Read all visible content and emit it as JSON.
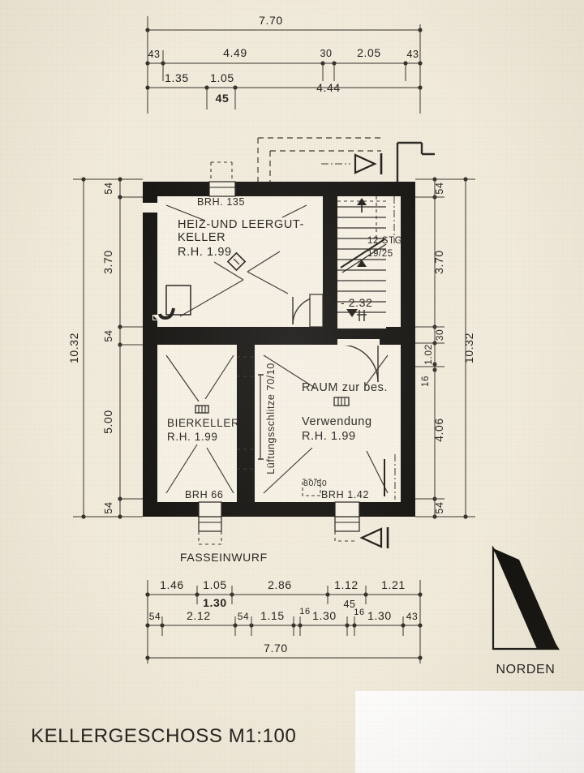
{
  "sheet": {
    "title": "KELLERGESCHOSS M1:100",
    "paper_color": "#f2ecdd",
    "ink_color": "#1a1a18",
    "wall_fill": "#121210"
  },
  "compass": {
    "label": "NORDEN",
    "name": "north-arrow"
  },
  "rooms": [
    {
      "id": "heiz-leergut-keller",
      "name_line1": "HEIZ-UND LEERGUT-",
      "name_line2": "KELLER",
      "height_note": "R.H. 1.99",
      "sill_note": "BRH. 135"
    },
    {
      "id": "bierkeller",
      "name_line1": "BIERKELLER",
      "height_note": "R.H. 1.99",
      "sill_note": "BRH 66"
    },
    {
      "id": "raum-bes-verwendung",
      "name_line1": "RAUM zur bes.",
      "name_line2": "Verwendung",
      "height_note": "R.H. 1.99",
      "sill_note": "BRH   1.42",
      "opening_note": "80/50"
    }
  ],
  "annotations": {
    "stair_count": "12 STG",
    "stair_ratio": "19/25",
    "level": "- 2.32",
    "vent_slots": "Lüftungsschlitze 70/10",
    "cask_chute": "FASSEINWURF"
  },
  "dimensions": {
    "top_outer": [
      "7.70"
    ],
    "top_middle": [
      "43",
      "4.49",
      "30",
      "2.05",
      "43"
    ],
    "top_middle_sub": [
      "4.44"
    ],
    "top_inner": [
      "1.35",
      "1.05",
      "45"
    ],
    "left_outer": [
      "10.32"
    ],
    "left_inner": [
      "54",
      "3.70",
      "54",
      "5.00",
      "54"
    ],
    "right_outer": [
      "10.32"
    ],
    "right_inner": [
      "54",
      "3.70",
      "30",
      "1.02",
      "16",
      "4.06",
      "54"
    ],
    "bottom_upper": [
      "1.46",
      "1.05",
      "2.86",
      "1.12",
      "1.21"
    ],
    "bottom_upper_sub": [
      "1.30"
    ],
    "bottom_lower": [
      "54",
      "2.12",
      "54",
      "1.15",
      "16",
      "1.30",
      "45",
      "16",
      "1.30",
      "43"
    ],
    "bottom_outer": [
      "7.70"
    ]
  }
}
